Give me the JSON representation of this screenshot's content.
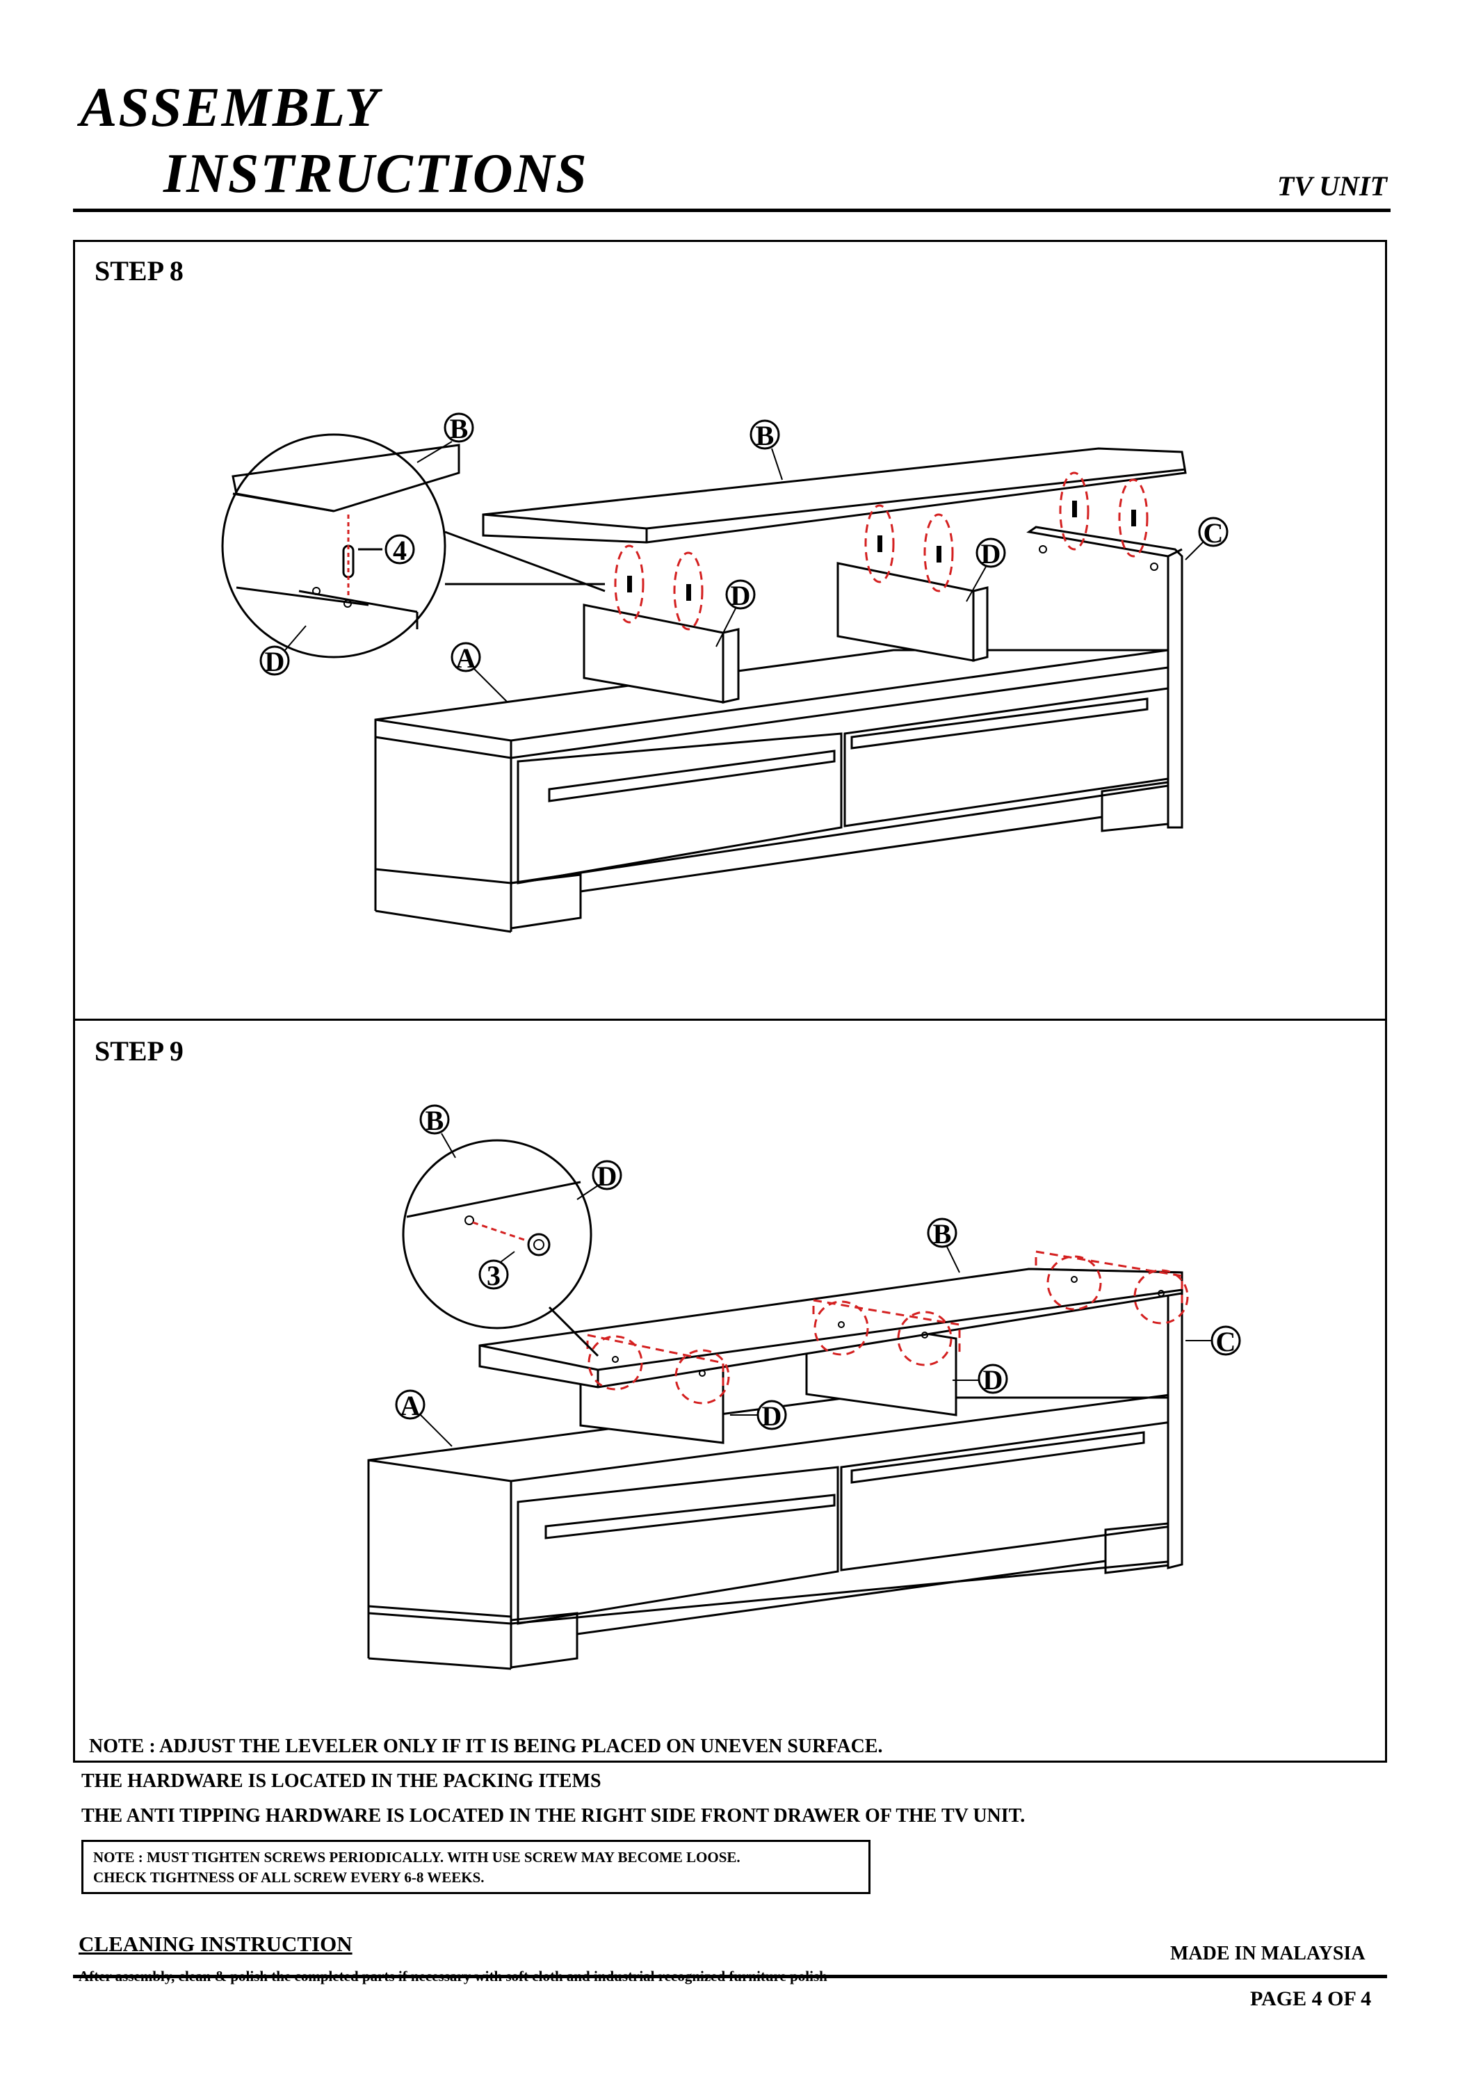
{
  "header": {
    "title_line1": "ASSEMBLY",
    "title_line2": "INSTRUCTIONS",
    "product": "TV UNIT"
  },
  "steps": [
    {
      "label": "STEP 8",
      "callouts": [
        "B",
        "B",
        "4",
        "D",
        "D",
        "D",
        "A",
        "C"
      ]
    },
    {
      "label": "STEP 9",
      "callouts": [
        "B",
        "D",
        "3",
        "B",
        "A",
        "D",
        "D",
        "C"
      ]
    }
  ],
  "notes": {
    "leveler": "NOTE : ADJUST THE LEVELER ONLY IF IT IS BEING PLACED ON UNEVEN SURFACE.",
    "hardware": "THE HARDWARE IS LOCATED IN THE PACKING ITEMS",
    "anti_tipping": "THE ANTI TIPPING HARDWARE IS LOCATED IN THE RIGHT SIDE FRONT DRAWER OF THE TV UNIT.",
    "screws_line1": "NOTE : MUST TIGHTEN SCREWS PERIODICALLY. WITH USE SCREW MAY BECOME LOOSE.",
    "screws_line2": "CHECK TIGHTNESS OF ALL SCREW EVERY 6-8 WEEKS."
  },
  "footer": {
    "cleaning_heading": "CLEANING INSTRUCTION",
    "cleaning_text": "After assembly, clean & polish the completed parts if necessary with soft cloth and industrial recognized furniture polish",
    "made_in": "MADE IN MALAYSIA",
    "page": "PAGE 4 OF 4"
  },
  "colors": {
    "highlight": "#d42020"
  },
  "icons": [
    "dowel-icon",
    "cam-lock-icon",
    "callout-circle"
  ]
}
